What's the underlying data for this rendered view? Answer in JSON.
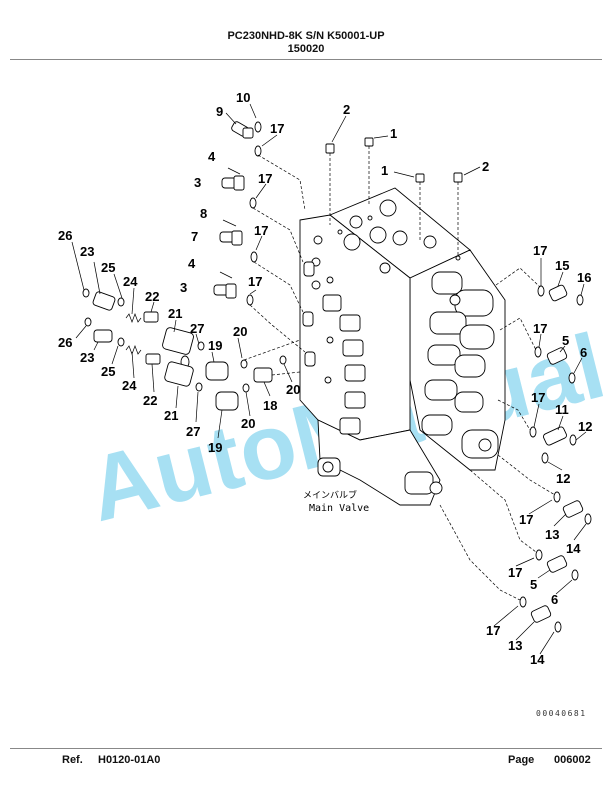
{
  "header": {
    "model": "PC230NHD-8K S/N K50001-UP",
    "group": "150020"
  },
  "diagram": {
    "main_valve_jp": "メインバルブ",
    "main_valve_en": "Main Valve",
    "watermark": "AutoManual",
    "drawing_code": "00040681",
    "callouts": {
      "c1a": "1",
      "c1b": "1",
      "c2a": "2",
      "c2b": "2",
      "c3a": "3",
      "c3b": "3",
      "c4a": "4",
      "c4b": "4",
      "c5a": "5",
      "c5b": "5",
      "c6a": "6",
      "c6b": "6",
      "c7": "7",
      "c8": "8",
      "c9": "9",
      "c10": "10",
      "c11": "11",
      "c12a": "12",
      "c12b": "12",
      "c13a": "13",
      "c13b": "13",
      "c14a": "14",
      "c14b": "14",
      "c15": "15",
      "c16": "16",
      "c17a": "17",
      "c17b": "17",
      "c17c": "17",
      "c17d": "17",
      "c17e": "17",
      "c17f": "17",
      "c17g": "17",
      "c17h": "17",
      "c17i": "17",
      "c17j": "17",
      "c18": "18",
      "c19a": "19",
      "c19b": "19",
      "c20a": "20",
      "c20b": "20",
      "c20c": "20",
      "c21a": "21",
      "c21b": "21",
      "c22a": "22",
      "c22b": "22",
      "c23a": "23",
      "c23b": "23",
      "c24a": "24",
      "c24b": "24",
      "c25a": "25",
      "c25b": "25",
      "c26a": "26",
      "c26b": "26",
      "c27a": "27",
      "c27b": "27"
    }
  },
  "footer": {
    "ref_label": "Ref.",
    "ref_value": "H0120-01A0",
    "page_label": "Page",
    "page_value": "006002"
  }
}
